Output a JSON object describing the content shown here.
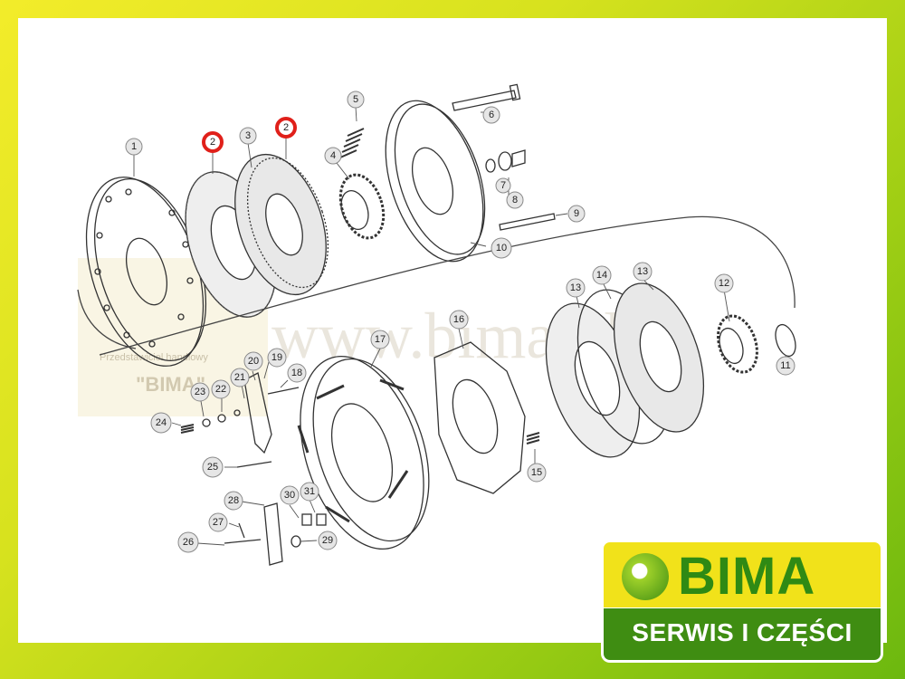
{
  "watermark": {
    "url": "www.bima.pl",
    "dealer_line": "Przedstawiciel handlowy",
    "dealer_name": "\"BIMA\""
  },
  "highlight_color": "#e0201a",
  "part_numbers": [
    "1",
    "2",
    "3",
    "2",
    "4",
    "5",
    "6",
    "7",
    "8",
    "9",
    "10",
    "11",
    "12",
    "13",
    "14",
    "13",
    "16",
    "17",
    "18",
    "19",
    "20",
    "21",
    "22",
    "23",
    "24",
    "25",
    "15",
    "26",
    "27",
    "28",
    "29",
    "30",
    "31"
  ],
  "logo": {
    "brand": "BIMA",
    "tagline": "SERWIS I CZĘŚCI"
  }
}
